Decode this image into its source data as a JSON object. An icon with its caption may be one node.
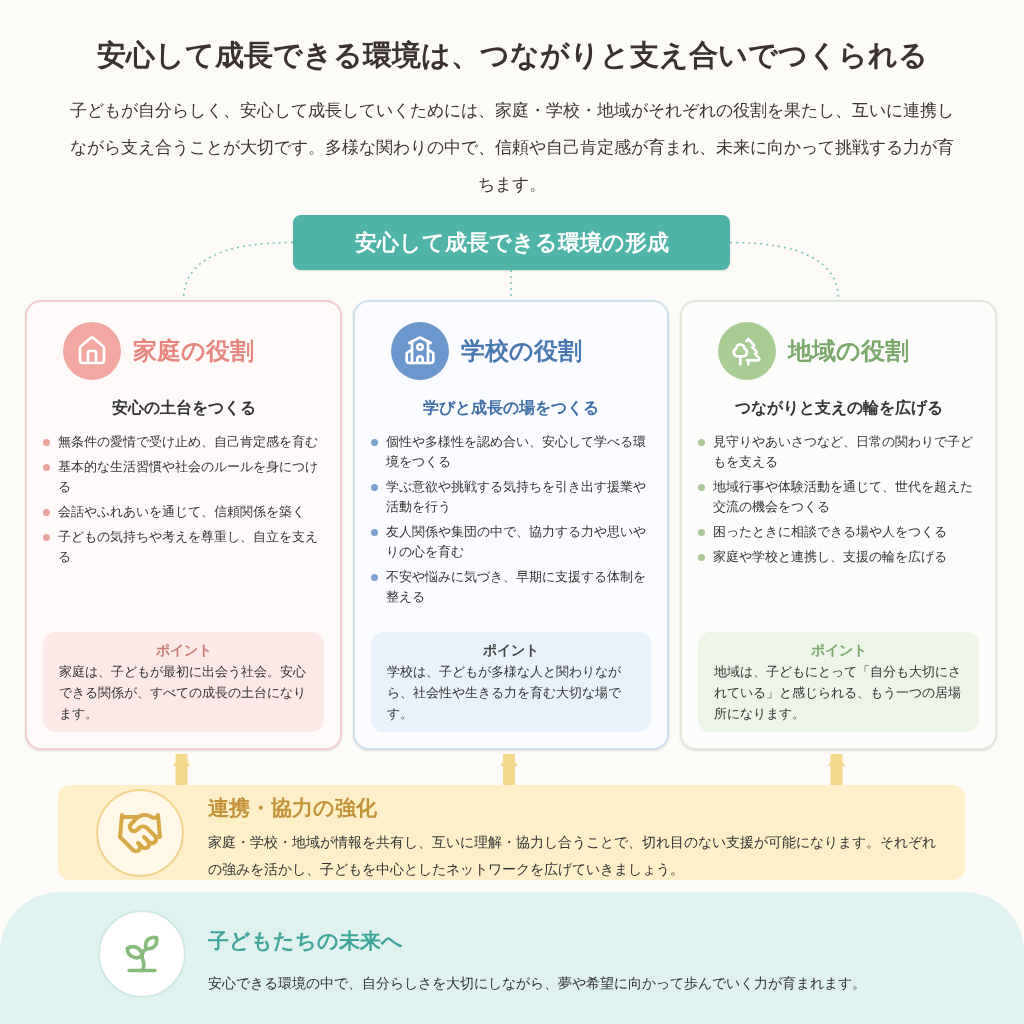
{
  "diagram": {
    "title": "安心して成長できる環境は、つながりと支え合いでつくられる",
    "nodes": [
      {
        "text": [
          "安心して成長できる環境の形成"
        ]
      },
      {
        "text": [
          "家庭の役割",
          "安心の土台をつくる",
          "無条件の愛情で受け止め、自己肯定感を育む",
          "基本的な生活習慣や社会のルールを身につける",
          "会話やふれあいを通じて、信頼関係を築く",
          "子どもの気持ちや考えを尊重し、自立を支える"
        ]
      },
      {
        "text": [
          "ポイント",
          "家庭は、子どもが最初に出会う社会。安心できる関係が、すべての成長の土台になります。"
        ],
        "in": 1
      },
      {
        "text": [
          "学校の役割",
          "学びと成長の場をつくる",
          "個性や多様性を認め合い、安心して学べる環境をつくる",
          "学ぶ意欲や挑戦する気持ちを引き出す援業や活動を行う",
          "友人関係や集団の中で、協力する力や思いやりの心を育む",
          "不安や悩みに気づき、早期に支援する体制を整える"
        ]
      },
      {
        "text": [
          "ポイント",
          "学校は、子どもが多様な人と関わりながら、社会性や生きる力を育む大切な場です。"
        ],
        "in": 3
      },
      {
        "text": [
          "地域の役割",
          "つながりと支えの輪を広げる",
          "見守りやあいさつなど、日常の関わりで子どもを支える",
          "地域行事や体験活動を通じて、世代を超えた交流の機会をつくる",
          "困ったときに相談できる場や人をつくる",
          "家庭や学校と連携し、支援の輪を広げる"
        ]
      },
      {
        "text": [
          "ポイント",
          "地域は、子どもにとって「自分も大切にされている」と感じられる、もう一つの居場所になります。"
        ],
        "in": 5
      },
      {
        "text": [
          "連携・協力の強化",
          "家庭・学校・地域が情報を共有し、互いに理解・協力し合うことで、切れ目のない支援が可能になります。それぞれの強みを活かし、子どもを中心としたネットワークを広げていきましょう。"
        ]
      },
      {
        "text": [
          "子どもたちの未来へ",
          "安心できる環境の中で、自分らしさを大切にしながら、夢や希望に向かって歩んでいく力が育まれます。"
        ]
      }
    ],
    "edges": [
      {
        "from": 0,
        "to": 1,
        "arrow": "none",
        "style": "dashed"
      },
      {
        "from": 0,
        "to": 3,
        "arrow": "none",
        "style": "dashed"
      },
      {
        "from": 0,
        "to": 5,
        "arrow": "none",
        "style": "dashed"
      },
      {
        "from": 7,
        "to": 1,
        "arrow": "to",
        "style": "thick",
        "color": "#f5d88c"
      },
      {
        "from": 7,
        "to": 3,
        "arrow": "to",
        "style": "thick",
        "color": "#f5d88c"
      },
      {
        "from": 7,
        "to": 5,
        "arrow": "to",
        "style": "thick",
        "color": "#f5d88c"
      }
    ],
    "labels": [
      "子どもが自分らしく、安心して成長していくためには、家庭・学校・地域がそれぞれの役割を果たし、互いに連携しながら支え合うことが大切です。多様な関わりの中で、信頼や自己肯定感が育まれ、未来に向かって挑戦する力が育ちます。"
    ]
  }
}
